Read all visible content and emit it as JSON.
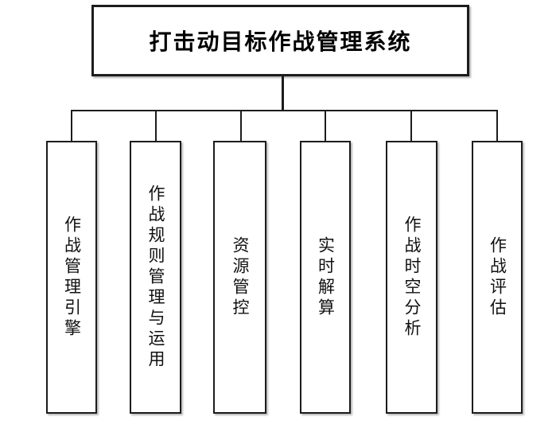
{
  "diagram": {
    "type": "org-tree",
    "root": {
      "label": "打击动目标作战管理系统"
    },
    "children": [
      {
        "label": "作战管理引擎"
      },
      {
        "label": "作战规则管理与运用"
      },
      {
        "label": "资源管控"
      },
      {
        "label": "实时解算"
      },
      {
        "label": "作战时空分析"
      },
      {
        "label": "作战评估"
      }
    ],
    "colors": {
      "background": "#ffffff",
      "border": "#1c1c1c",
      "text": "#000000",
      "connector": "#1c1c1c"
    }
  }
}
